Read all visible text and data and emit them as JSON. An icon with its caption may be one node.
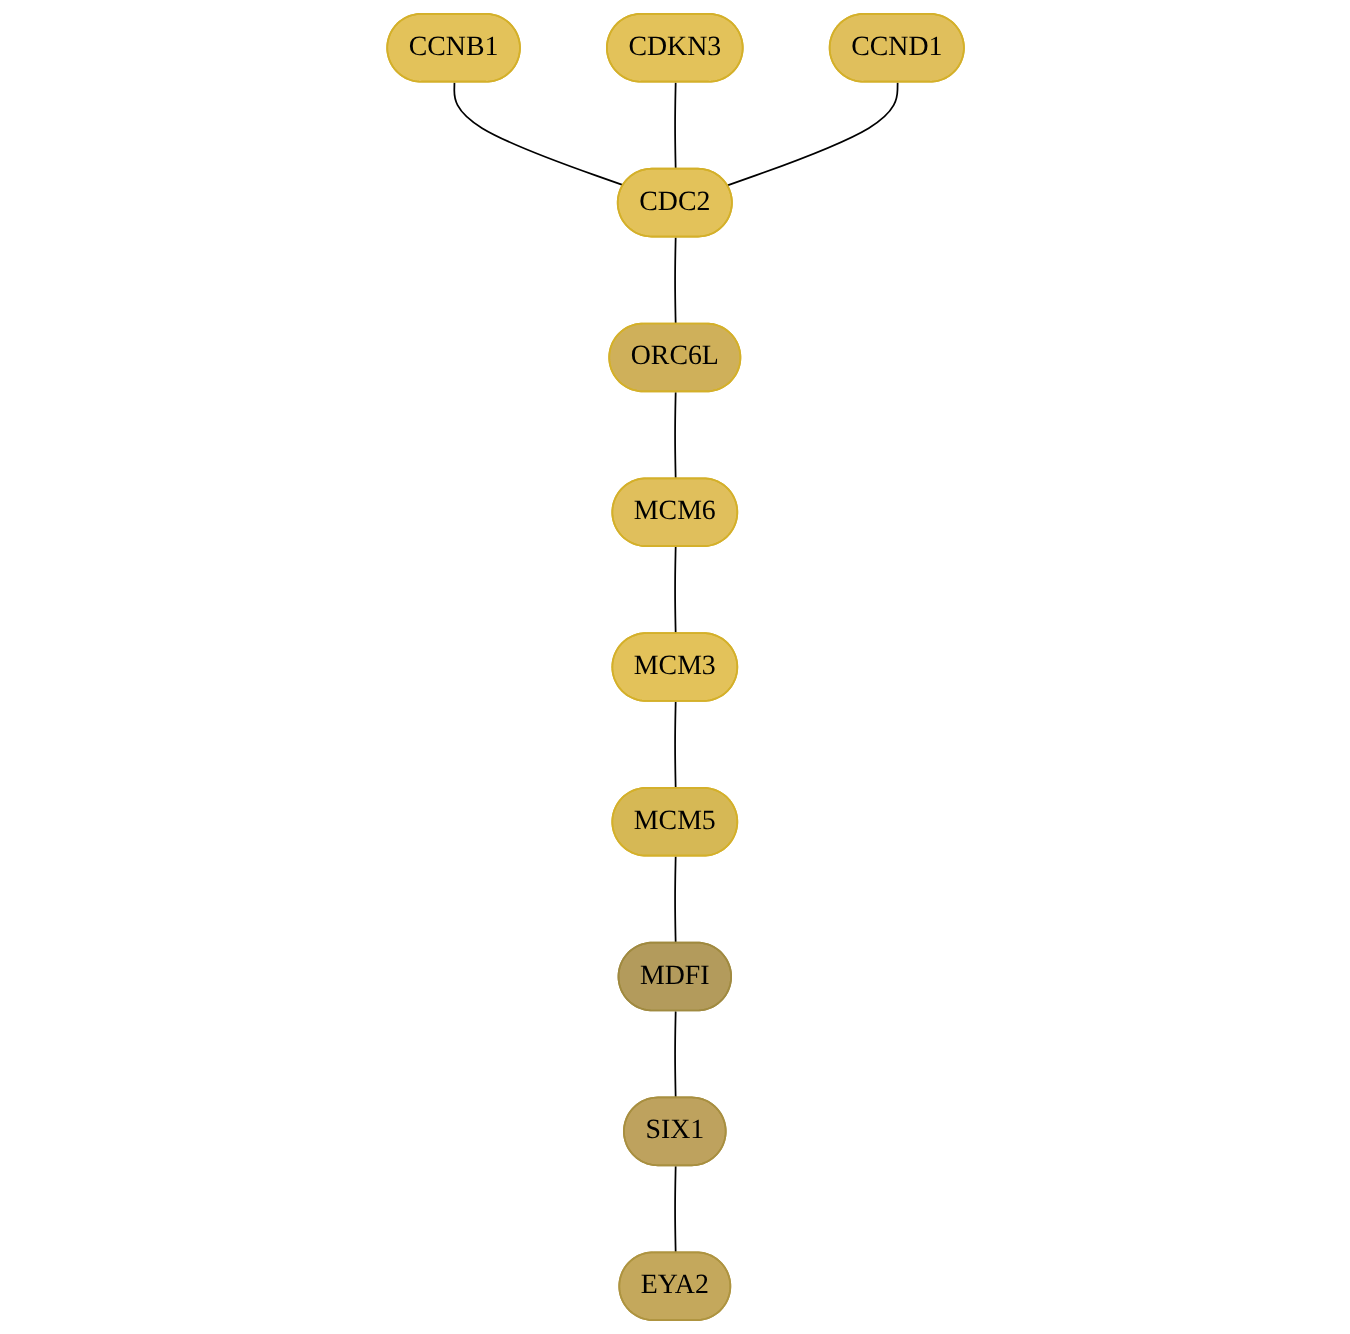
{
  "diagram": {
    "nodes": [
      {
        "text": [
          "CCNB1"
        ]
      },
      {
        "text": [
          "CDKN3"
        ]
      },
      {
        "text": [
          "CDC2"
        ]
      },
      {
        "text": [
          "CCND1"
        ]
      },
      {
        "text": [
          "ORC6L"
        ]
      },
      {
        "text": [
          "MCM6"
        ]
      },
      {
        "text": [
          "MCM3"
        ]
      },
      {
        "text": [
          "MCM5"
        ]
      },
      {
        "text": [
          "MDFI"
        ]
      },
      {
        "text": [
          "SIX1"
        ]
      },
      {
        "text": [
          "EYA2"
        ]
      }
    ],
    "edges": [
      {
        "from": 0,
        "to": 2,
        "arrow": "none"
      },
      {
        "from": 1,
        "to": 2,
        "arrow": "none"
      },
      {
        "from": 3,
        "to": 2,
        "arrow": "none"
      },
      {
        "from": 2,
        "to": 4,
        "arrow": "none"
      },
      {
        "from": 4,
        "to": 5,
        "arrow": "none"
      },
      {
        "from": 5,
        "to": 6,
        "arrow": "none"
      },
      {
        "from": 6,
        "to": 7,
        "arrow": "none"
      },
      {
        "from": 7,
        "to": 8,
        "arrow": "none"
      },
      {
        "from": 8,
        "to": 9,
        "arrow": "none"
      },
      {
        "from": 9,
        "to": 10,
        "arrow": "none"
      }
    ]
  }
}
